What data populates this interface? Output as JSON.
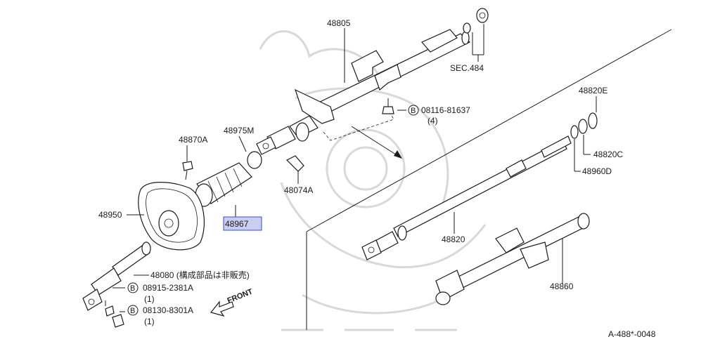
{
  "diagram": {
    "parts": {
      "p48805": "48805",
      "sec484": "SEC.484",
      "bolt_ref": "08116-81637",
      "bolt_qty": "(4)",
      "p48820E": "48820E",
      "p48820C": "48820C",
      "p48960D": "48960D",
      "p48975M": "48975M",
      "p48870A": "48870A",
      "p48074A": "48074A",
      "p48950": "48950",
      "p48967": "48967",
      "p48820": "48820",
      "p48080": "48080 (構成部品は非販売)",
      "bolt2_ref": "08915-2381A",
      "bolt2_qty": "(1)",
      "bolt3_ref": "08130-8301A",
      "bolt3_qty": "(1)",
      "p48860": "48860",
      "front": "FRONT",
      "b_mark": "B"
    },
    "footer_code": "A-488*-0048"
  }
}
